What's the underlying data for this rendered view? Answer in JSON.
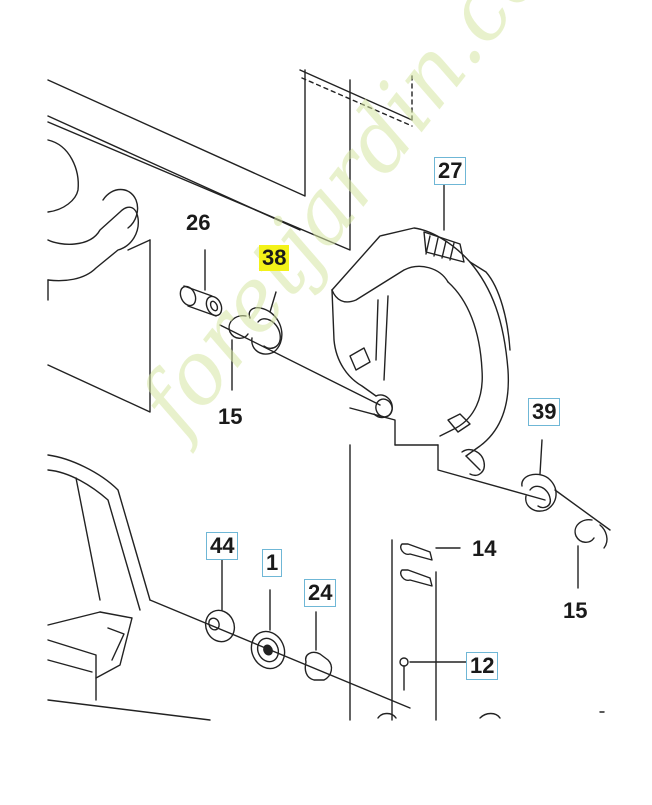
{
  "callouts": {
    "c26": "26",
    "c38": "38",
    "c15a": "15",
    "c27": "27",
    "c39": "39",
    "c15b": "15",
    "c44": "44",
    "c1": "1",
    "c24": "24",
    "c14": "14",
    "c12": "12"
  },
  "watermark": "foretjardin.com",
  "colors": {
    "highlight": "#f3f219",
    "callout_box": "#6fb7d6",
    "watermark": "#d7e7a3",
    "line": "#222222"
  }
}
